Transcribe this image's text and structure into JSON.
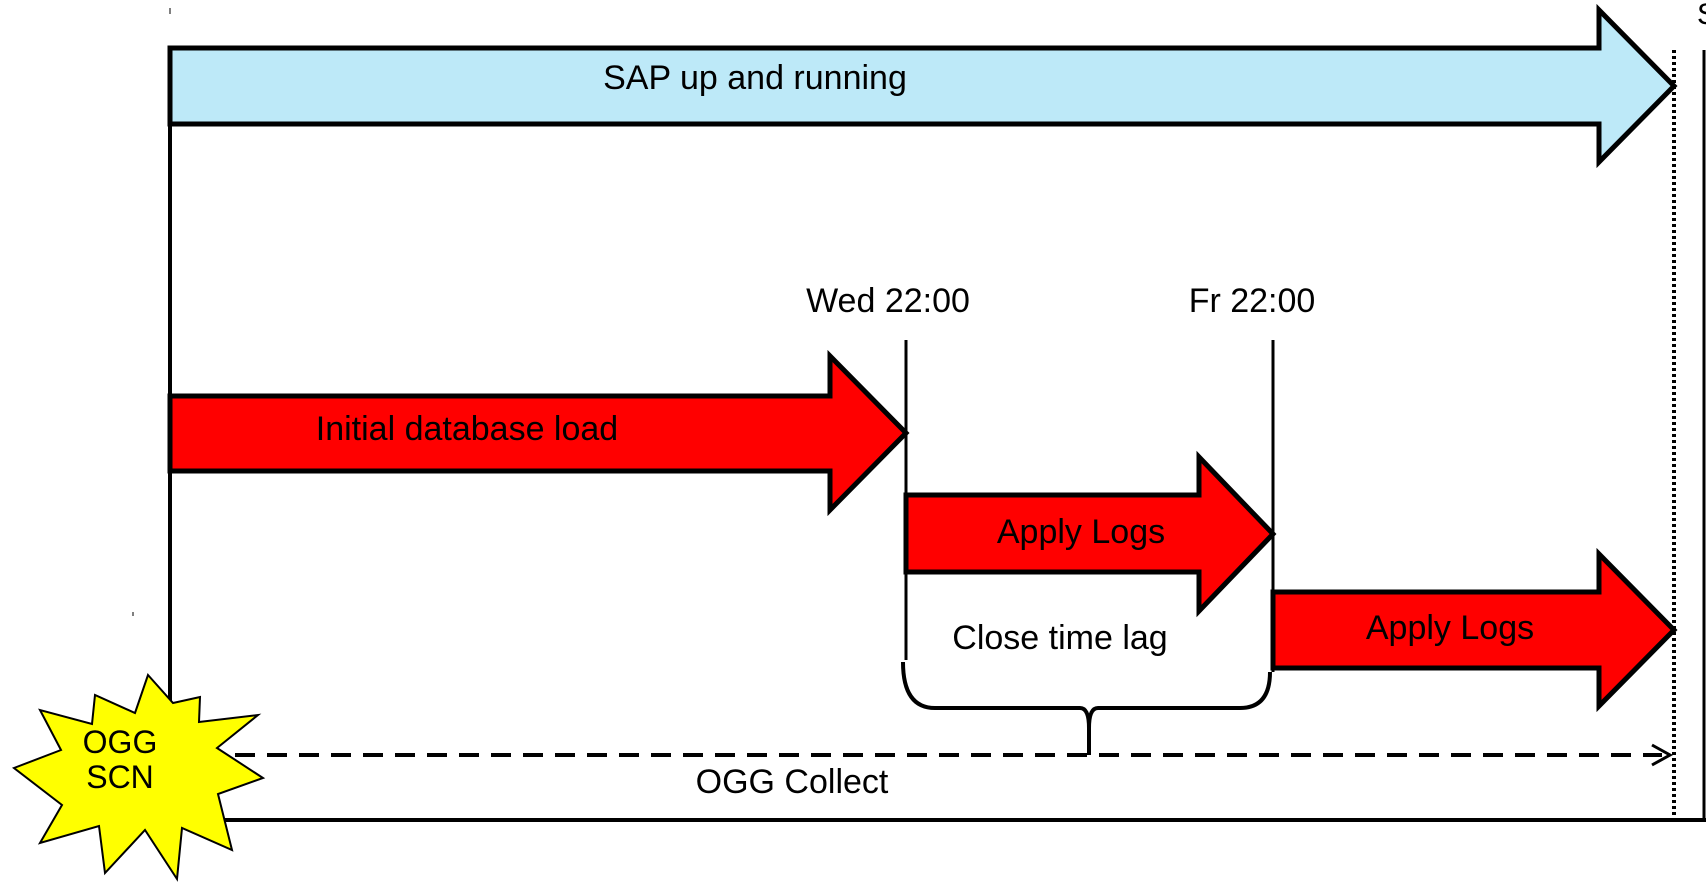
{
  "diagram": {
    "arrows": {
      "sap_running": {
        "label": "SAP up and running",
        "color": "#bde9f8"
      },
      "initial_load": {
        "label": "Initial database load",
        "color": "#ff0000"
      },
      "apply_logs_1": {
        "label": "Apply Logs",
        "color": "#ff0000"
      },
      "apply_logs_2": {
        "label": "Apply Logs",
        "color": "#ff0000"
      }
    },
    "markers": {
      "wed": "Wed 22:00",
      "fri": "Fr 22:00"
    },
    "brace_label": "Close time lag",
    "collect_label": "OGG Collect",
    "starburst": {
      "line1": "OGG",
      "line2": "SCN",
      "color": "#ffff00"
    },
    "top_right_glyph": "S"
  }
}
